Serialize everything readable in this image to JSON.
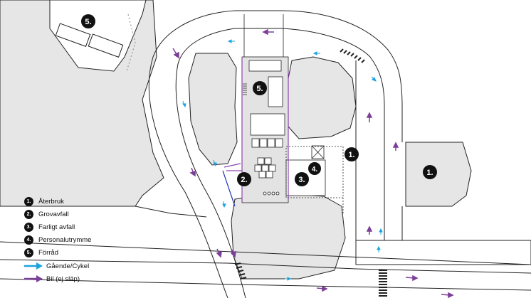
{
  "colors": {
    "background": "#ffffff",
    "ground": "#e6e6e6",
    "outline": "#222222",
    "walk_arrow": "#1ba3dd",
    "car_arrow": "#7b3f98",
    "purple_line": "#8e44ad",
    "blue_line": "#2233bb",
    "badge": "#111111"
  },
  "map_markers": [
    {
      "id": "m1",
      "text": "5."
    },
    {
      "id": "m2",
      "text": "5."
    },
    {
      "id": "m3",
      "text": "1."
    },
    {
      "id": "m4",
      "text": "1."
    },
    {
      "id": "m5",
      "text": "2."
    },
    {
      "id": "m6",
      "text": "4."
    },
    {
      "id": "m7",
      "text": "3."
    }
  ],
  "legend": {
    "items": [
      {
        "badge": "1.",
        "label": "Återbruk"
      },
      {
        "badge": "2.",
        "label": "Grovavfall"
      },
      {
        "badge": "3.",
        "label": "Farligt avfall"
      },
      {
        "badge": "4.",
        "label": "Personalutrymme"
      },
      {
        "badge": "5.",
        "label": "Förråd"
      }
    ],
    "walk": {
      "label": "Gående/Cykel",
      "icon": "blue-arrow-icon"
    },
    "car": {
      "label": "Bil (ej släp)",
      "icon": "purple-arrow-icon"
    }
  }
}
